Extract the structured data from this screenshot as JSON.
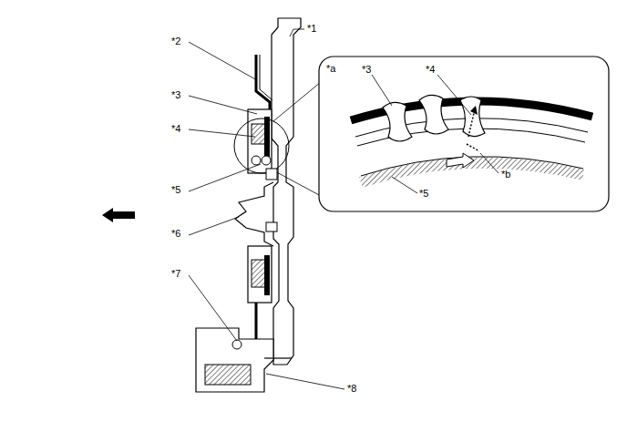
{
  "diagram": {
    "labels": [
      "*1",
      "*2",
      "*a",
      "*3",
      "*4",
      "*3",
      "*4",
      "*5",
      "*b",
      "*5",
      "*6",
      "*7",
      "*8"
    ]
  }
}
